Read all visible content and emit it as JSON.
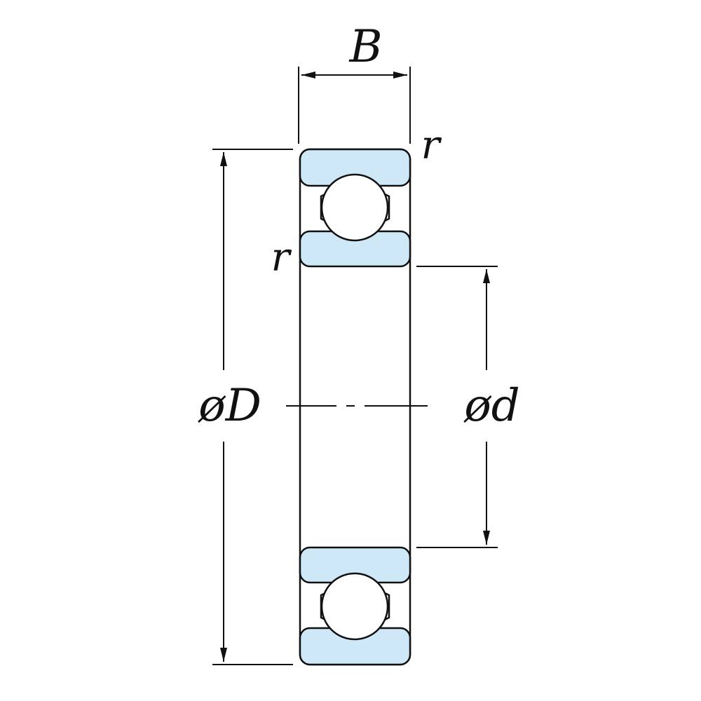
{
  "labels": {
    "width": "B",
    "radius_top": "r",
    "radius_side": "r",
    "outer_diameter": "øD",
    "inner_diameter": "ød"
  },
  "colors": {
    "ring_fill": "#cfe8f8",
    "line": "#111111",
    "ball_fill": "#ffffff"
  }
}
